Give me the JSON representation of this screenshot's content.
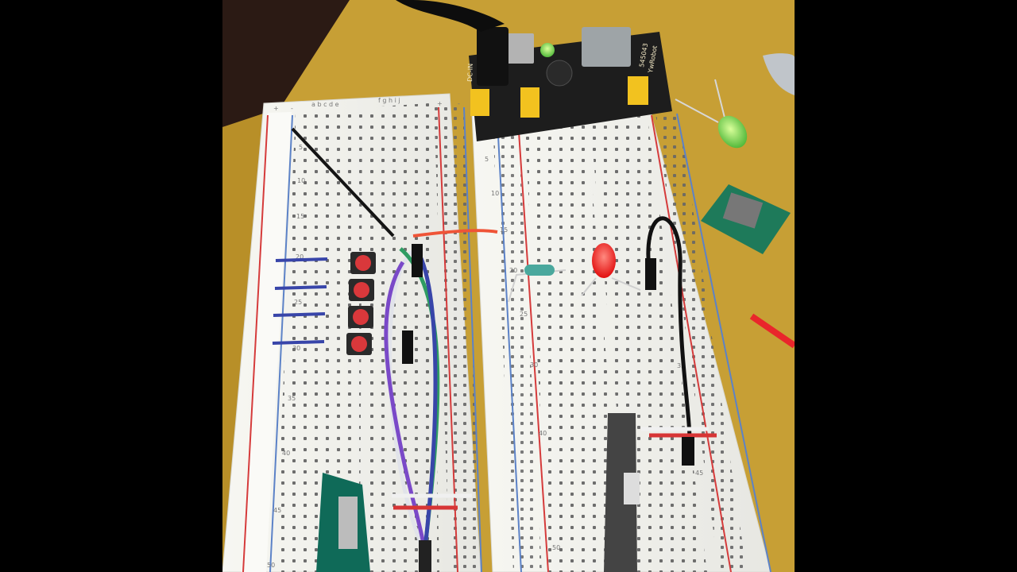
{
  "scene": {
    "description_alt": "",
    "power_module": {
      "brand_text": "YwRobot",
      "model_text": "545043",
      "jack_text": "DC-IN"
    },
    "colors": {
      "table": "#c9a23a",
      "breadboard": "#f1f1ec",
      "red_rail": "#d53b3b",
      "blue_rail": "#5c82c7",
      "module_pcb": "#1d1d1d",
      "yellow_jumper": "#f2c21f",
      "purple_wire": "#7a49c8",
      "green_wire": "#2f9c62",
      "black_wire": "#111111",
      "blue_wire": "#3845a9",
      "red_led": "#ff3b2f",
      "green_led": "#80ff46"
    },
    "board_labels": {
      "left_columns": "a b c d e",
      "right_columns": "f g h i j",
      "plus": "+",
      "minus": "-"
    },
    "row_numbers_left": [
      "5",
      "10",
      "15",
      "20",
      "25",
      "30",
      "35",
      "40",
      "45",
      "50"
    ],
    "row_numbers_right": [
      "5",
      "10",
      "15",
      "20",
      "25",
      "30",
      "35",
      "40",
      "45",
      "50"
    ]
  }
}
